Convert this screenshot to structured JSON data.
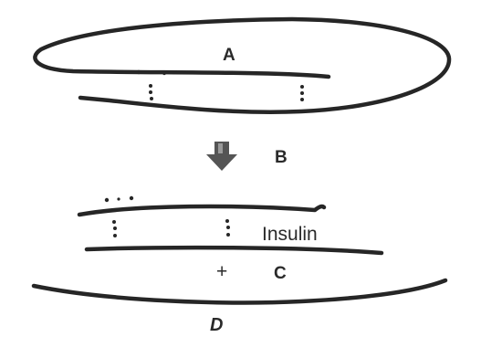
{
  "labels": {
    "a": "A",
    "b": "B",
    "c": "C",
    "d": "D",
    "insulin": "Insulin",
    "plus": "+"
  }
}
